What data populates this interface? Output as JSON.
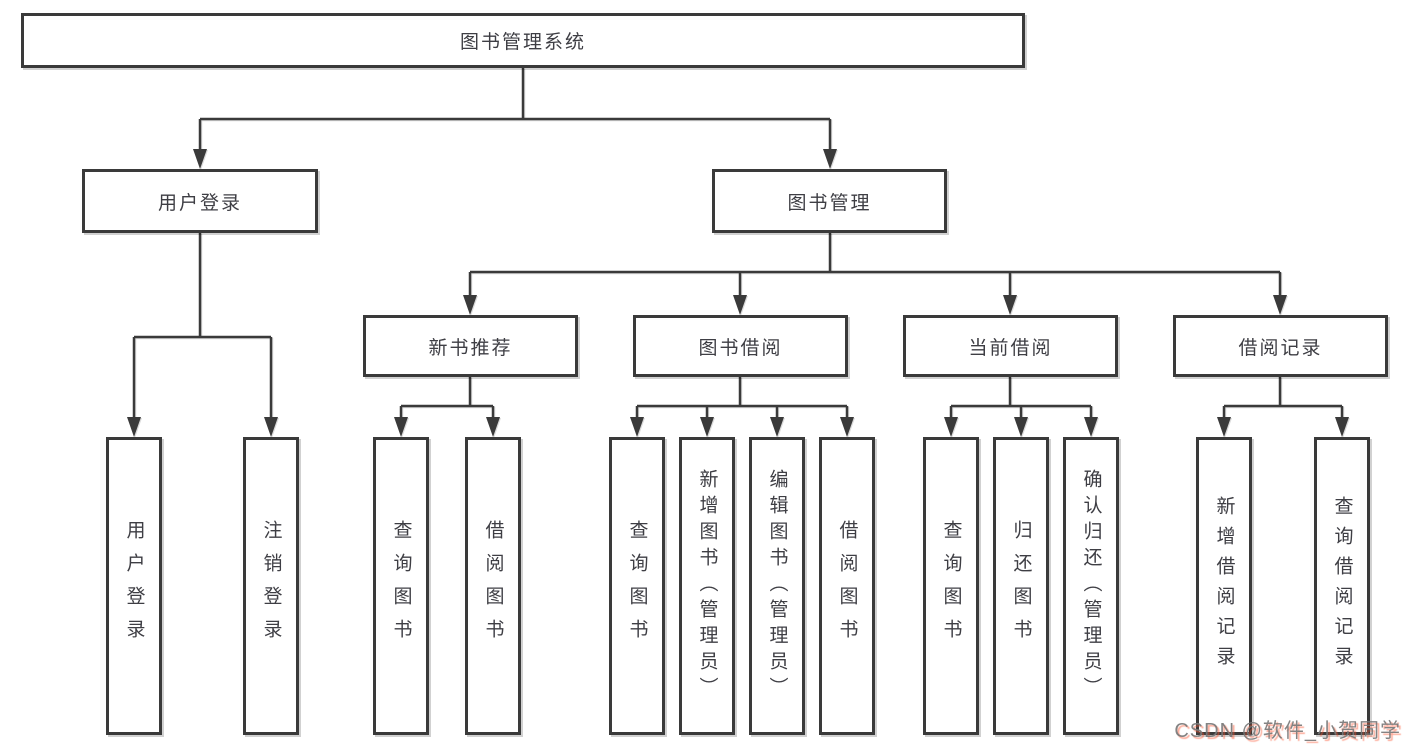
{
  "diagram": {
    "title": "图书管理系统",
    "root": {
      "label": "图书管理系统"
    },
    "level2": [
      {
        "label": "用户登录"
      },
      {
        "label": "图书管理"
      }
    ],
    "level3": [
      {
        "label": "新书推荐",
        "parent": "图书管理"
      },
      {
        "label": "图书借阅",
        "parent": "图书管理"
      },
      {
        "label": "当前借阅",
        "parent": "图书管理"
      },
      {
        "label": "借阅记录",
        "parent": "图书管理"
      }
    ],
    "leaves": [
      {
        "label": "用户登录",
        "parent": "用户登录"
      },
      {
        "label": "注销登录",
        "parent": "用户登录"
      },
      {
        "label": "查询图书",
        "parent": "新书推荐"
      },
      {
        "label": "借阅图书",
        "parent": "新书推荐"
      },
      {
        "label": "查询图书",
        "parent": "图书借阅"
      },
      {
        "label": "新增图书（管理员）",
        "parent": "图书借阅"
      },
      {
        "label": "编辑图书（管理员）",
        "parent": "图书借阅"
      },
      {
        "label": "借阅图书",
        "parent": "图书借阅"
      },
      {
        "label": "查询图书",
        "parent": "当前借阅"
      },
      {
        "label": "归还图书",
        "parent": "当前借阅"
      },
      {
        "label": "确认归还（管理员）",
        "parent": "当前借阅"
      },
      {
        "label": "新增借阅记录",
        "parent": "借阅记录"
      },
      {
        "label": "查询借阅记录",
        "parent": "借阅记录"
      }
    ],
    "colors": {
      "line": "#3a3a3a",
      "text": "#3e3e44",
      "box_fill": "#ffffff"
    }
  },
  "watermark": {
    "text": "CSDN @软件_小贺同学",
    "text_color": "#787878",
    "accent_color": "#fc5531"
  }
}
